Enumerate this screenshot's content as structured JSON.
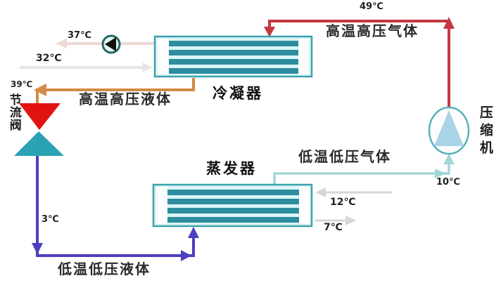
{
  "diagram": {
    "type": "vapor-compression refrigeration cycle",
    "components": {
      "condenser": "冷凝器",
      "evaporator": "蒸发器",
      "compressor": "压缩机",
      "throttle_valve": "节流阀"
    },
    "flow_labels": {
      "high_temp_high_pressure_gas": "高温高压气体",
      "high_temp_high_pressure_liquid": "高温高压液体",
      "low_temp_low_pressure_gas": "低温低压气体",
      "low_temp_low_pressure_liquid": "低温低压液体"
    },
    "temperatures": {
      "compressor_outlet": "49℃",
      "condenser_water_out": "37℃",
      "condenser_water_in": "32℃",
      "condenser_outlet": "39℃",
      "valve_outlet": "3℃",
      "compressor_inlet": "10℃",
      "evaporator_air_in": "12℃",
      "evaporator_air_out": "7℃"
    },
    "colors": {
      "hot_gas_pipe": "#c43842",
      "hot_liquid_pipe": "#d38b45",
      "cold_liquid_pipe": "#4c3fc0",
      "cold_gas_pipe": "#a2d6da",
      "water_out_arrow": "#f0d8d6",
      "water_in_arrow": "#e8e6e4",
      "air_arrow": "#d6d6d4",
      "exchanger_border": "#3aa3ad",
      "exchanger_fill": "#dbf4f6",
      "exchanger_stripe": "#2d8d9e",
      "valve_top": "#e11212",
      "valve_bottom": "#2ba2b3",
      "compressor_outline": "#55b2bb",
      "compressor_triangle": "#a9d4e7",
      "pump_ring": "#1e6b63"
    }
  }
}
